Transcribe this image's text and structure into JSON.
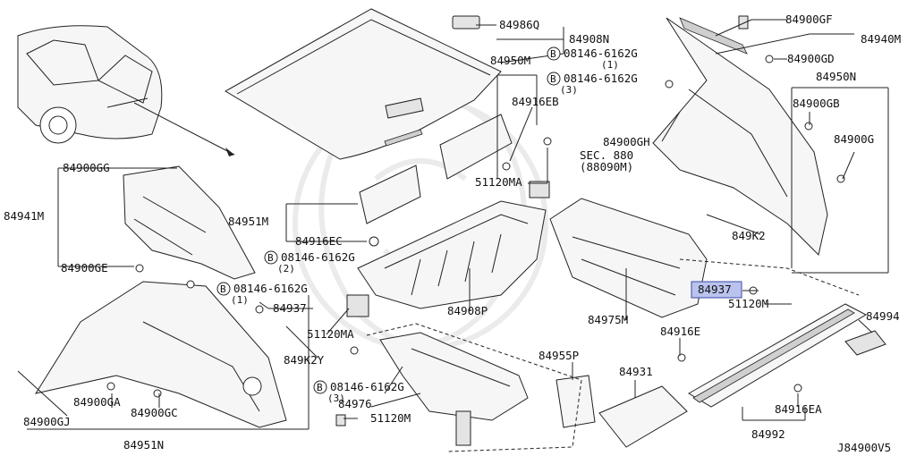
{
  "diagram": {
    "code": "J84900V5",
    "highlight_color": "#b9c3ee",
    "parts": {
      "p84986Q": "84986Q",
      "p84908N": "84908N",
      "p84950M": "84950M",
      "p84916EB": "84916EB",
      "p51120MA_top": "51120MA",
      "p84900GG": "84900GG",
      "p84941M": "84941M",
      "p84900GE": "84900GE",
      "p84951M": "84951M",
      "p84916EC": "84916EC",
      "p84937_left": "84937",
      "p51120MA_mid": "51120MA",
      "p849K2Y": "849K2Y",
      "p84908P": "84908P",
      "p84975M": "84975M",
      "p84955P": "84955P",
      "p84976": "84976",
      "p51120M_bottom": "51120M",
      "p84900GA": "84900GA",
      "p84900GC": "84900GC",
      "p84900GJ": "84900GJ",
      "p84951N": "84951N",
      "p84931": "84931",
      "p84916E": "84916E",
      "p84994": "84994",
      "p84916EA": "84916EA",
      "p84992": "84992",
      "p84900GF": "84900GF",
      "p84940M": "84940M",
      "p84900GD": "84900GD",
      "p84950N": "84950N",
      "p84900GB": "84900GB",
      "p84900G": "84900G",
      "p84900GH": "84900GH",
      "p849K2": "849K2",
      "p84937_right": "84937",
      "p51120M_right": "51120M"
    },
    "bolts": {
      "b_top_right": "08146-6162G",
      "b_top_right_qty": "(1)",
      "b_mid_right": "08146-6162G",
      "b_mid_right_qty": "(3)",
      "b_center": "08146-6162G",
      "b_center_qty": "(2)",
      "b_left": "08146-6162G",
      "b_left_qty": "(1)",
      "b_bottom": "08146-6162G",
      "b_bottom_qty": "(3)",
      "prefix": "B"
    },
    "section_ref": {
      "line1": "SEC. 880",
      "line2": "(88090M)"
    }
  }
}
